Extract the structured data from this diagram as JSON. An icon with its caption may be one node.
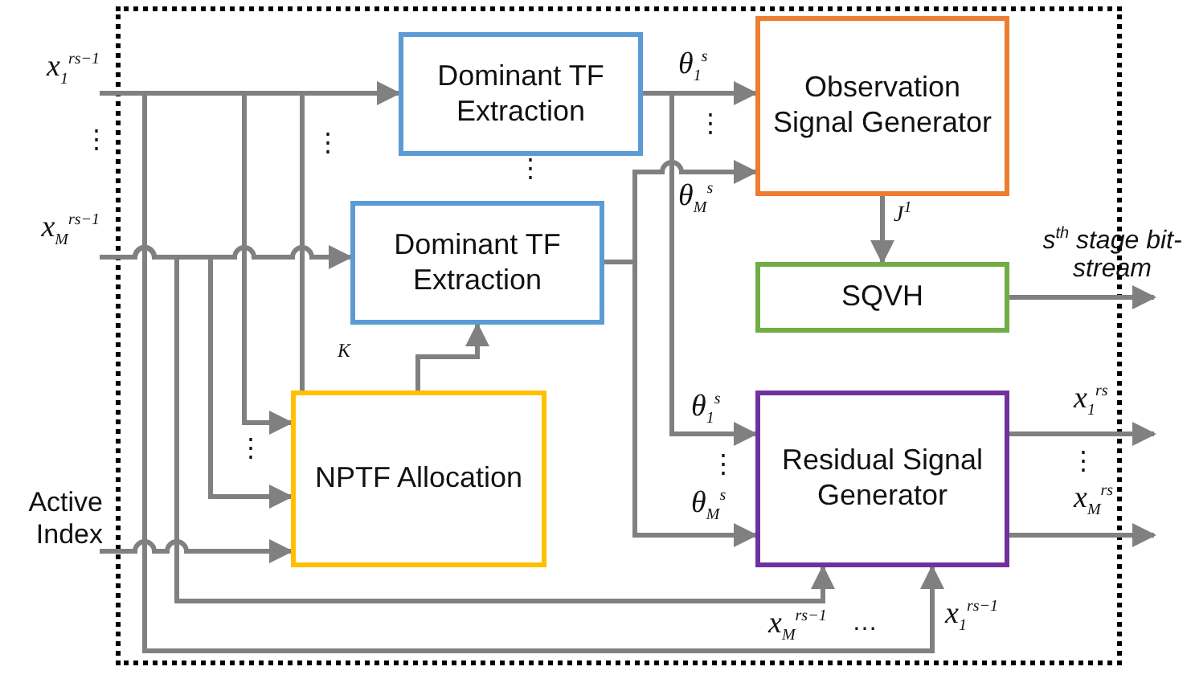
{
  "diagram": {
    "nodes": [
      {
        "text": [
          "Dominant TF Extraction"
        ]
      },
      {
        "text": [
          "Dominant TF Extraction"
        ]
      },
      {
        "text": [
          "Observation Signal Generator"
        ]
      },
      {
        "text": [
          "SQVH"
        ]
      },
      {
        "text": [
          "NPTF Allocation"
        ]
      },
      {
        "text": [
          "Residual Signal Generator"
        ]
      },
      {
        "text": [
          "x$_{1}$$^{rs−1}$"
        ]
      },
      {
        "text": [
          "x$_{M}$$^{rs−1}$"
        ]
      },
      {
        "text": [
          "Active Index"
        ]
      }
    ],
    "edges": [
      {
        "from": 6,
        "to": 0,
        "arrow": "to"
      },
      {
        "from": 6,
        "to": 4,
        "arrow": "to"
      },
      {
        "from": 6,
        "to": 4,
        "arrow": "none"
      },
      {
        "from": 6,
        "to": 5,
        "arrow": "to",
        "label": "x$_{1}$$^{rs−1}$"
      },
      {
        "from": 7,
        "to": 1,
        "arrow": "to"
      },
      {
        "from": 7,
        "to": 4,
        "arrow": "to"
      },
      {
        "from": 7,
        "to": 5,
        "arrow": "to",
        "label": "x$_{M}$$^{rs−1}$"
      },
      {
        "from": 8,
        "to": 4,
        "arrow": "to"
      },
      {
        "from": 4,
        "to": 1,
        "arrow": "to",
        "label": "K"
      },
      {
        "from": 0,
        "to": 2,
        "arrow": "to",
        "label": "θ$_{1}$$^{s}$"
      },
      {
        "from": 1,
        "to": 2,
        "arrow": "to",
        "label": "θ$_{M}$$^{s}$"
      },
      {
        "from": 0,
        "to": 5,
        "arrow": "to",
        "label": "θ$_{1}$$^{s}$"
      },
      {
        "from": 1,
        "to": 5,
        "arrow": "to",
        "label": "θ$_{M}$$^{s}$"
      },
      {
        "from": 2,
        "to": 3,
        "arrow": "to",
        "label": "J$^{1}$"
      },
      {
        "from": 3,
        "to": null,
        "arrow": "to",
        "label": "s$^{th}$ stage bit-stream"
      },
      {
        "from": 5,
        "to": null,
        "arrow": "to",
        "label": "x$_{1}$$^{rs}$"
      },
      {
        "from": 5,
        "to": null,
        "arrow": "to",
        "label": "x$_{M}$$^{rs}$"
      }
    ],
    "labels": [
      "⋮",
      "⋮",
      "⋮",
      "⋮",
      "⋮",
      "⋮",
      "⋮",
      "…"
    ]
  }
}
